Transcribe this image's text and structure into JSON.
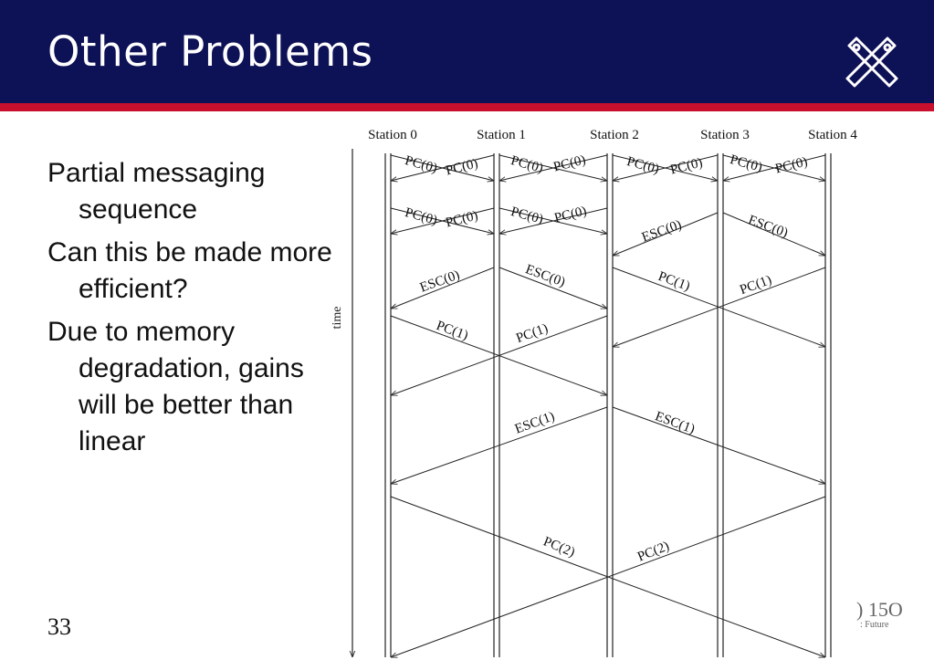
{
  "slide": {
    "title": "Other Problems",
    "bullets": [
      "Partial messaging sequence",
      "Can this be made more efficient?",
      "Due to memory degradation, gains will be better than linear"
    ],
    "slide_number": "33",
    "logo_icon": "crossed-tools-icon",
    "footer_logo": {
      "big": ") 15O",
      "small": ": Future"
    },
    "colors": {
      "header": "#0d1155",
      "rule": "#c8102e"
    }
  },
  "diagram": {
    "stations": [
      "Station 0",
      "Station 1",
      "Station 2",
      "Station 3",
      "Station 4"
    ],
    "time_label": "time",
    "labels": [
      "PC(0)",
      "PC(0)",
      "PC(0)",
      "PC(0)",
      "PC(0)",
      "PC(0)",
      "PC(0)",
      "PC(0)",
      "PC(0)",
      "PC(0)",
      "PC(0)",
      "PC(0)",
      "ESC(0)",
      "ESC(0)",
      "ESC(0)",
      "ESC(0)",
      "PC(1)",
      "PC(1)",
      "PC(1)",
      "PC(1)",
      "ESC(1)",
      "ESC(1)",
      "PC(2)",
      "PC(2)"
    ]
  }
}
